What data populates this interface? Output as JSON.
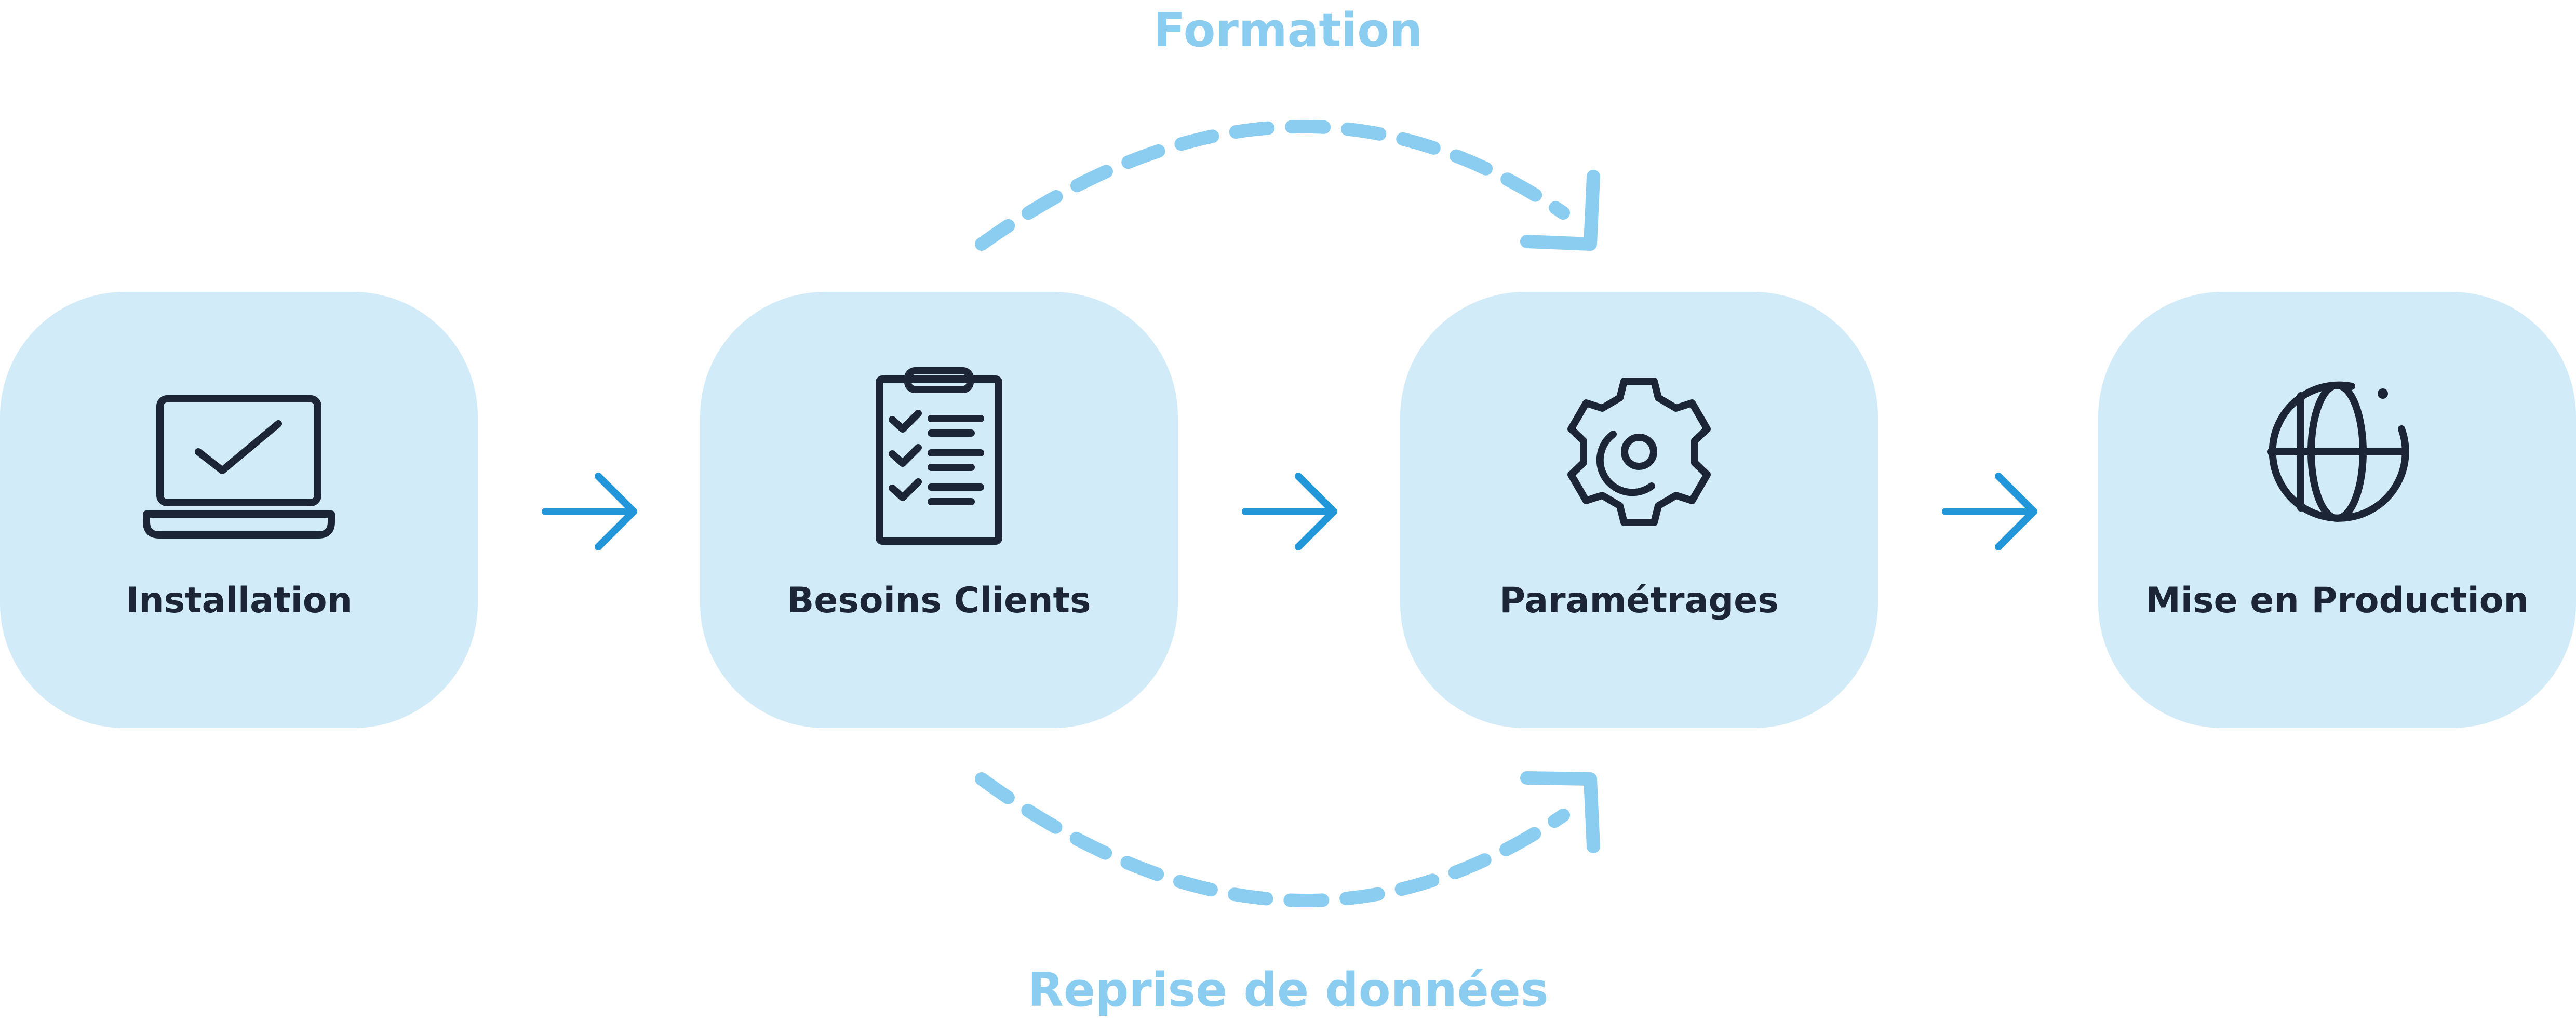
{
  "steps": [
    {
      "label": "Installation",
      "icon": "laptop-check-icon"
    },
    {
      "label": "Besoins Clients",
      "icon": "clipboard-checklist-icon"
    },
    {
      "label": "Paramétrages",
      "icon": "gear-icon"
    },
    {
      "label": "Mise en Production",
      "icon": "globe-icon"
    }
  ],
  "loops": {
    "top_label": "Formation",
    "bottom_label": "Reprise de données"
  },
  "colors": {
    "box_fill": "#d2ebf8",
    "text_dark": "#1c2536",
    "arrow_blue": "#2196d8",
    "loop_light_blue": "#8bcdf1"
  }
}
